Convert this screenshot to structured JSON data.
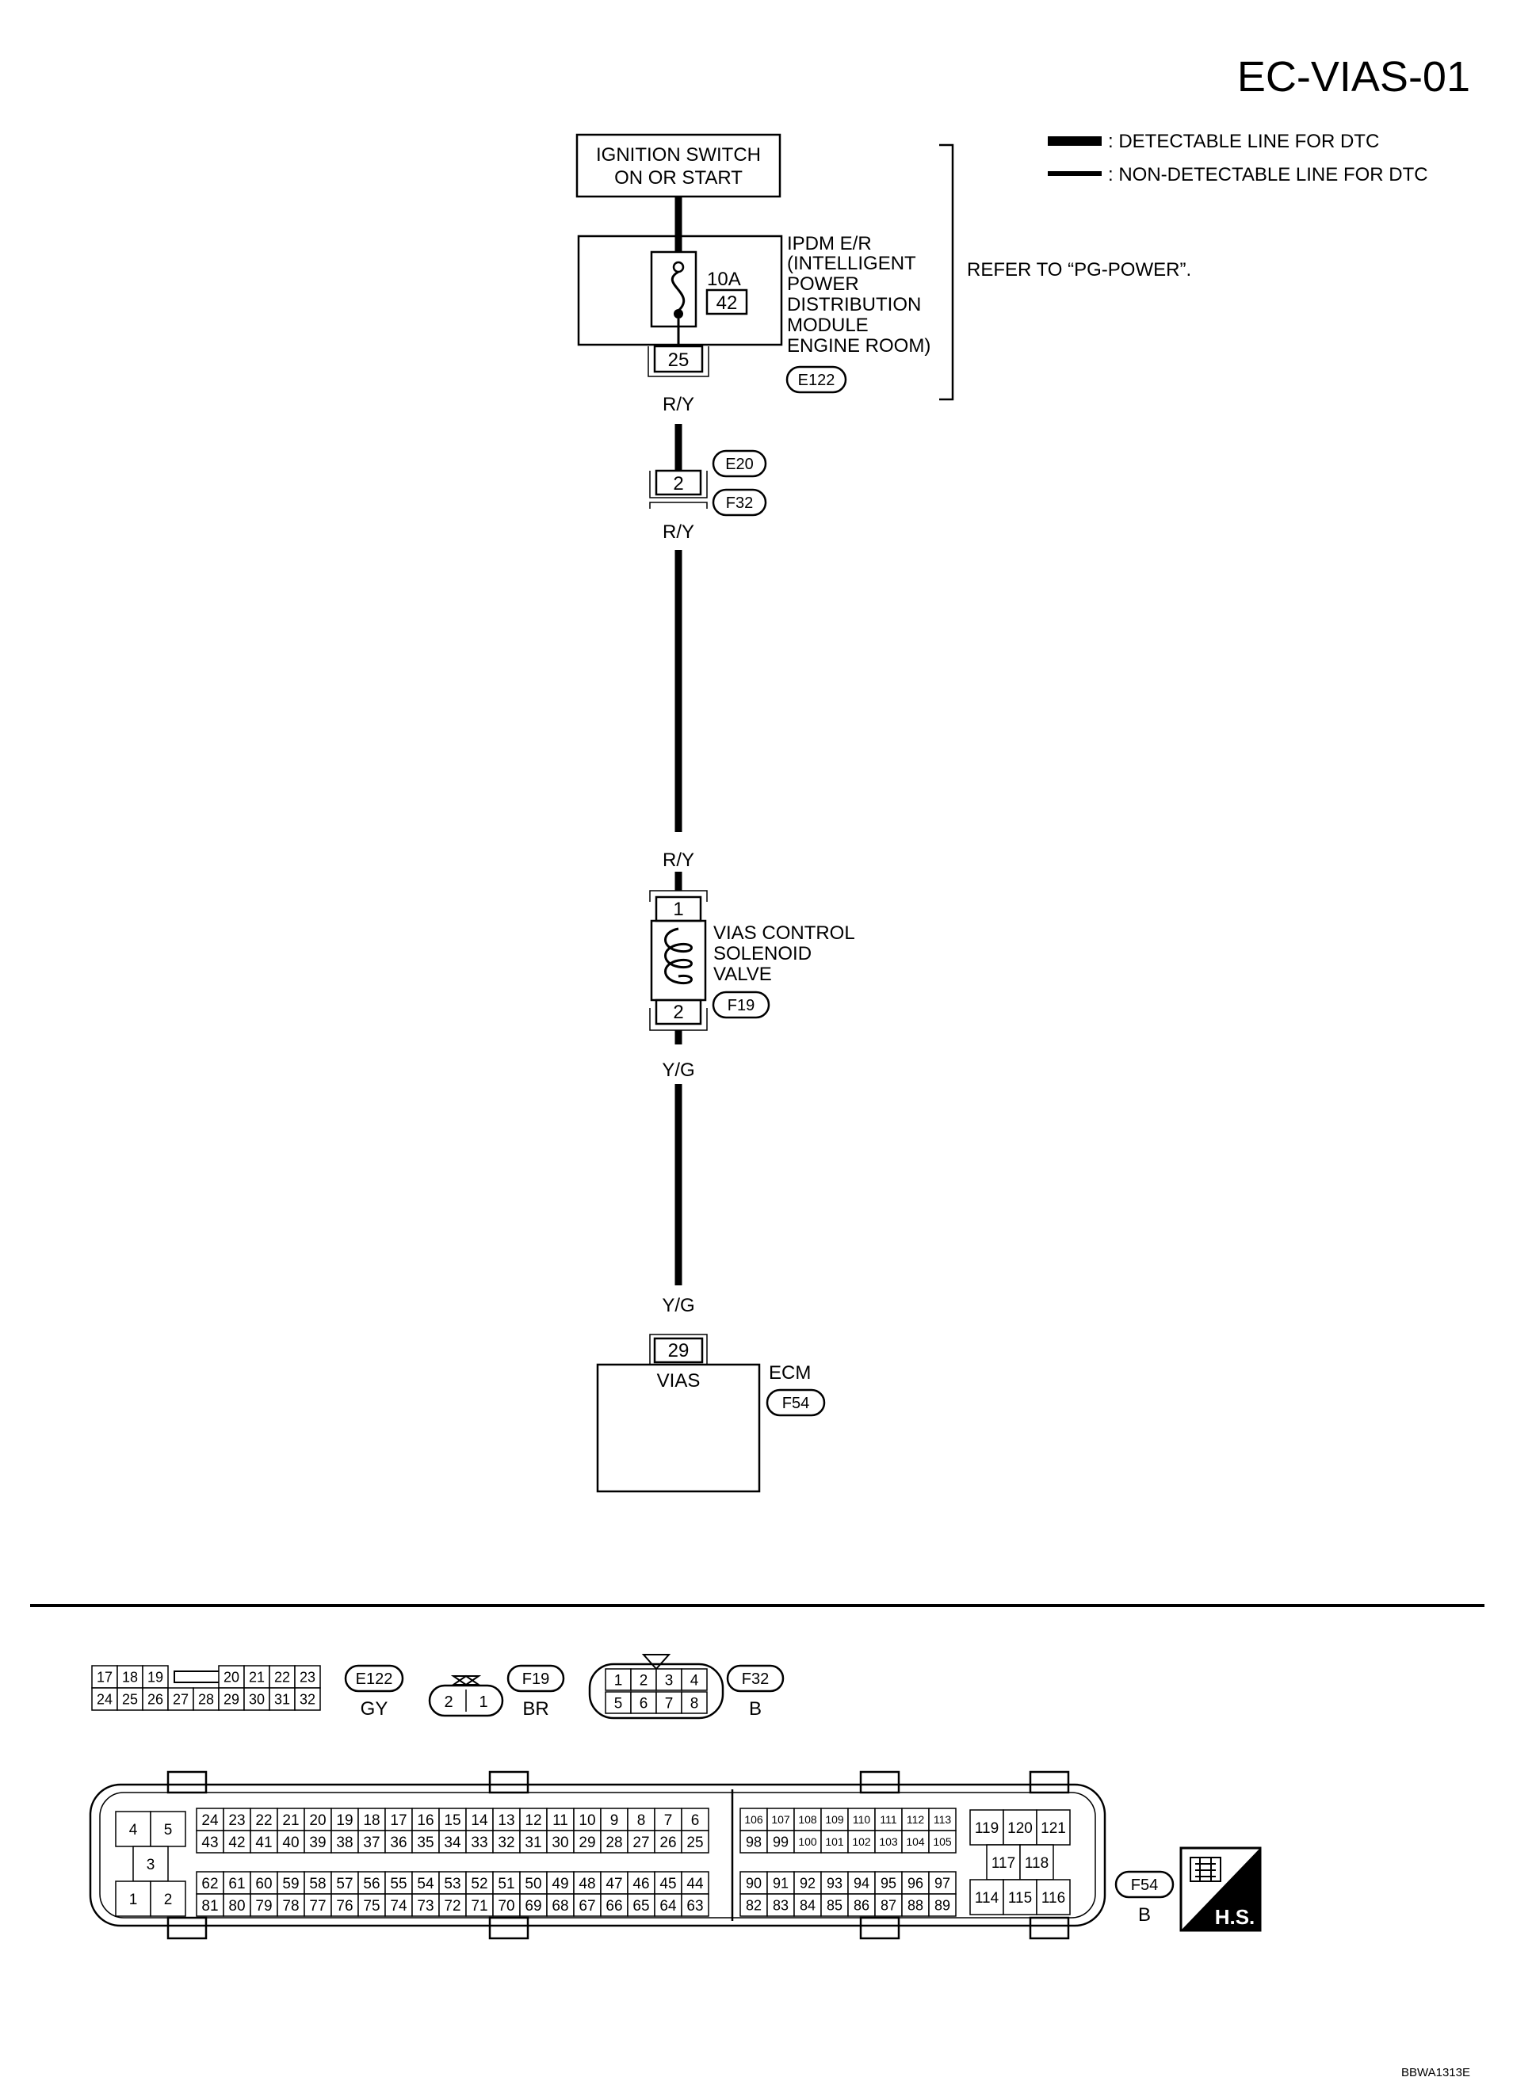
{
  "page": {
    "title": "EC-VIAS-01",
    "code": "BBWA1313E"
  },
  "legend": {
    "detectable": ": DETECTABLE LINE FOR DTC",
    "non_detectable": ": NON-DETECTABLE LINE FOR DTC"
  },
  "ignition_switch": {
    "line1": "IGNITION SWITCH",
    "line2": "ON OR START"
  },
  "ipdm": {
    "label_lines": [
      "IPDM E/R",
      "(INTELLIGENT",
      "POWER",
      "DISTRIBUTION",
      "MODULE",
      "ENGINE ROOM)"
    ],
    "fuse_rating": "10A",
    "fuse_number": "42",
    "terminal": "25",
    "connector": "E122"
  },
  "refer_note": "REFER TO “PG-POWER”.",
  "wires": {
    "w1_color": "R/Y",
    "w2_color": "R/Y",
    "w3_color": "R/Y",
    "w4_color": "Y/G",
    "w5_color": "Y/G"
  },
  "joint": {
    "terminal": "2",
    "connector_top": "E20",
    "connector_bottom": "F32"
  },
  "solenoid": {
    "label_lines": [
      "VIAS CONTROL",
      "SOLENOID",
      "VALVE"
    ],
    "terminal_top": "1",
    "terminal_bottom": "2",
    "connector": "F19"
  },
  "ecm": {
    "terminal": "29",
    "signal": "VIAS",
    "label": "ECM",
    "connector": "F54"
  },
  "connector_views": {
    "e122": {
      "id": "E122",
      "color": "GY",
      "top_left": [
        "17",
        "18",
        "19"
      ],
      "top_right": [
        "20",
        "21",
        "22",
        "23"
      ],
      "bottom": [
        "24",
        "25",
        "26",
        "27",
        "28",
        "29",
        "30",
        "31",
        "32"
      ]
    },
    "f19": {
      "id": "F19",
      "color": "BR",
      "pins": [
        "2",
        "1"
      ]
    },
    "f32": {
      "id": "F32",
      "color": "B",
      "top": [
        "1",
        "2",
        "3",
        "4"
      ],
      "bottom": [
        "5",
        "6",
        "7",
        "8"
      ]
    },
    "f54": {
      "id": "F54",
      "color": "B",
      "left_cluster": [
        "4",
        "5",
        "3",
        "1",
        "2"
      ],
      "row_a": [
        "24",
        "23",
        "22",
        "21",
        "20",
        "19",
        "18",
        "17",
        "16",
        "15",
        "14",
        "13",
        "12",
        "11",
        "10",
        "9",
        "8",
        "7",
        "6"
      ],
      "row_b": [
        "43",
        "42",
        "41",
        "40",
        "39",
        "38",
        "37",
        "36",
        "35",
        "34",
        "33",
        "32",
        "31",
        "30",
        "29",
        "28",
        "27",
        "26",
        "25"
      ],
      "row_c": [
        "62",
        "61",
        "60",
        "59",
        "58",
        "57",
        "56",
        "55",
        "54",
        "53",
        "52",
        "51",
        "50",
        "49",
        "48",
        "47",
        "46",
        "45",
        "44"
      ],
      "row_d": [
        "81",
        "80",
        "79",
        "78",
        "77",
        "76",
        "75",
        "74",
        "73",
        "72",
        "71",
        "70",
        "69",
        "68",
        "67",
        "66",
        "65",
        "64",
        "63"
      ],
      "mid_a": [
        "106",
        "107",
        "108",
        "109",
        "110",
        "111",
        "112",
        "113"
      ],
      "mid_b": [
        "98",
        "99",
        "100",
        "101",
        "102",
        "103",
        "104",
        "105"
      ],
      "mid_c": [
        "90",
        "91",
        "92",
        "93",
        "94",
        "95",
        "96",
        "97"
      ],
      "mid_d": [
        "82",
        "83",
        "84",
        "85",
        "86",
        "87",
        "88",
        "89"
      ],
      "right_cluster": [
        "119",
        "120",
        "121",
        "117",
        "118",
        "114",
        "115",
        "116"
      ]
    },
    "hs_badge": "H.S."
  }
}
